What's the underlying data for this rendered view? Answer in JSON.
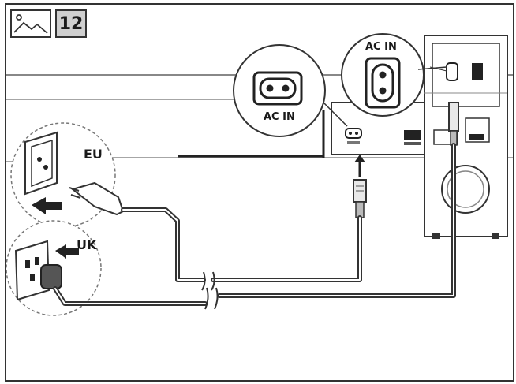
{
  "header": {
    "image_icon": "image-icon",
    "step_number": "12"
  },
  "labels": {
    "socket_eu": "EU",
    "socket_uk": "UK",
    "soundbar_port": "AC IN",
    "subwoofer_port": "AC IN"
  },
  "colors": {
    "line": "#333333",
    "badge": "#cfcfcf",
    "cable": "#555555"
  }
}
